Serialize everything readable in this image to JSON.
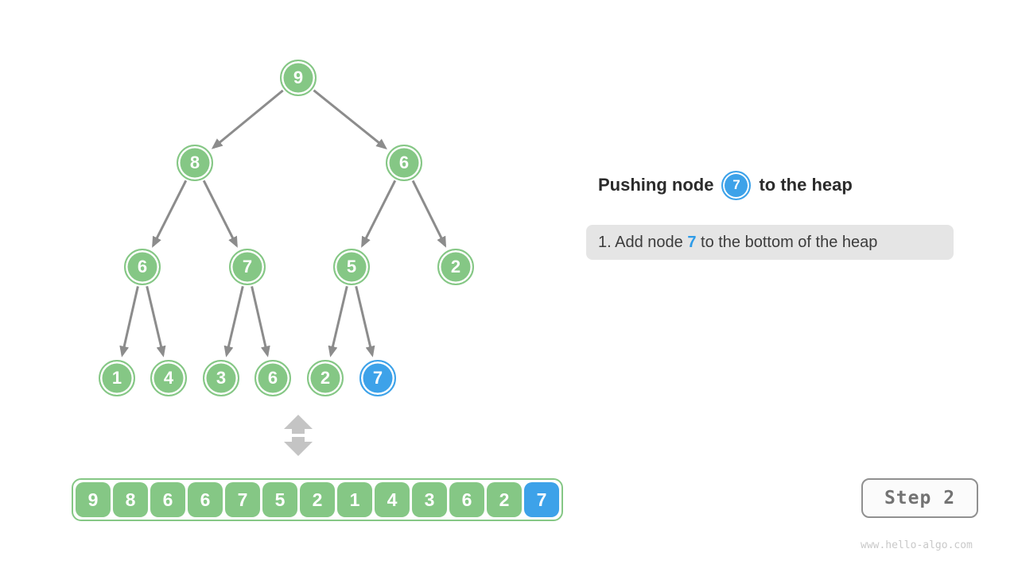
{
  "figure": {
    "title": {
      "prefix": "Pushing node",
      "node_value": "7",
      "suffix": "to the heap"
    },
    "instruction": {
      "prefix": "1. Add node ",
      "highlight": "7",
      "suffix": " to the bottom of the heap"
    },
    "step_label": "Step 2",
    "watermark": "www.hello-algo.com"
  },
  "colors": {
    "node_green": "#85C785",
    "node_blue": "#3DA2E9",
    "edge_gray": "#8C8C8C",
    "swap_arrow_gray": "#C4C4C4",
    "instruction_bg": "#E5E5E5",
    "accent_text_blue": "#2D9BE8"
  },
  "tree": {
    "nodes": [
      {
        "value": "9",
        "state": "normal"
      },
      {
        "value": "8",
        "state": "normal"
      },
      {
        "value": "6",
        "state": "normal"
      },
      {
        "value": "6",
        "state": "normal"
      },
      {
        "value": "7",
        "state": "normal"
      },
      {
        "value": "5",
        "state": "normal"
      },
      {
        "value": "2",
        "state": "normal"
      },
      {
        "value": "1",
        "state": "normal"
      },
      {
        "value": "4",
        "state": "normal"
      },
      {
        "value": "3",
        "state": "normal"
      },
      {
        "value": "6",
        "state": "normal"
      },
      {
        "value": "2",
        "state": "normal"
      },
      {
        "value": "7",
        "state": "highlighted"
      }
    ],
    "edges": [
      [
        0,
        1
      ],
      [
        0,
        2
      ],
      [
        1,
        3
      ],
      [
        1,
        4
      ],
      [
        2,
        5
      ],
      [
        2,
        6
      ],
      [
        3,
        7
      ],
      [
        3,
        8
      ],
      [
        4,
        9
      ],
      [
        4,
        10
      ],
      [
        5,
        11
      ],
      [
        5,
        12
      ]
    ]
  },
  "heap_array": {
    "values": [
      "9",
      "8",
      "6",
      "6",
      "7",
      "5",
      "2",
      "1",
      "4",
      "3",
      "6",
      "2",
      "7"
    ],
    "highlighted_index": 12
  }
}
